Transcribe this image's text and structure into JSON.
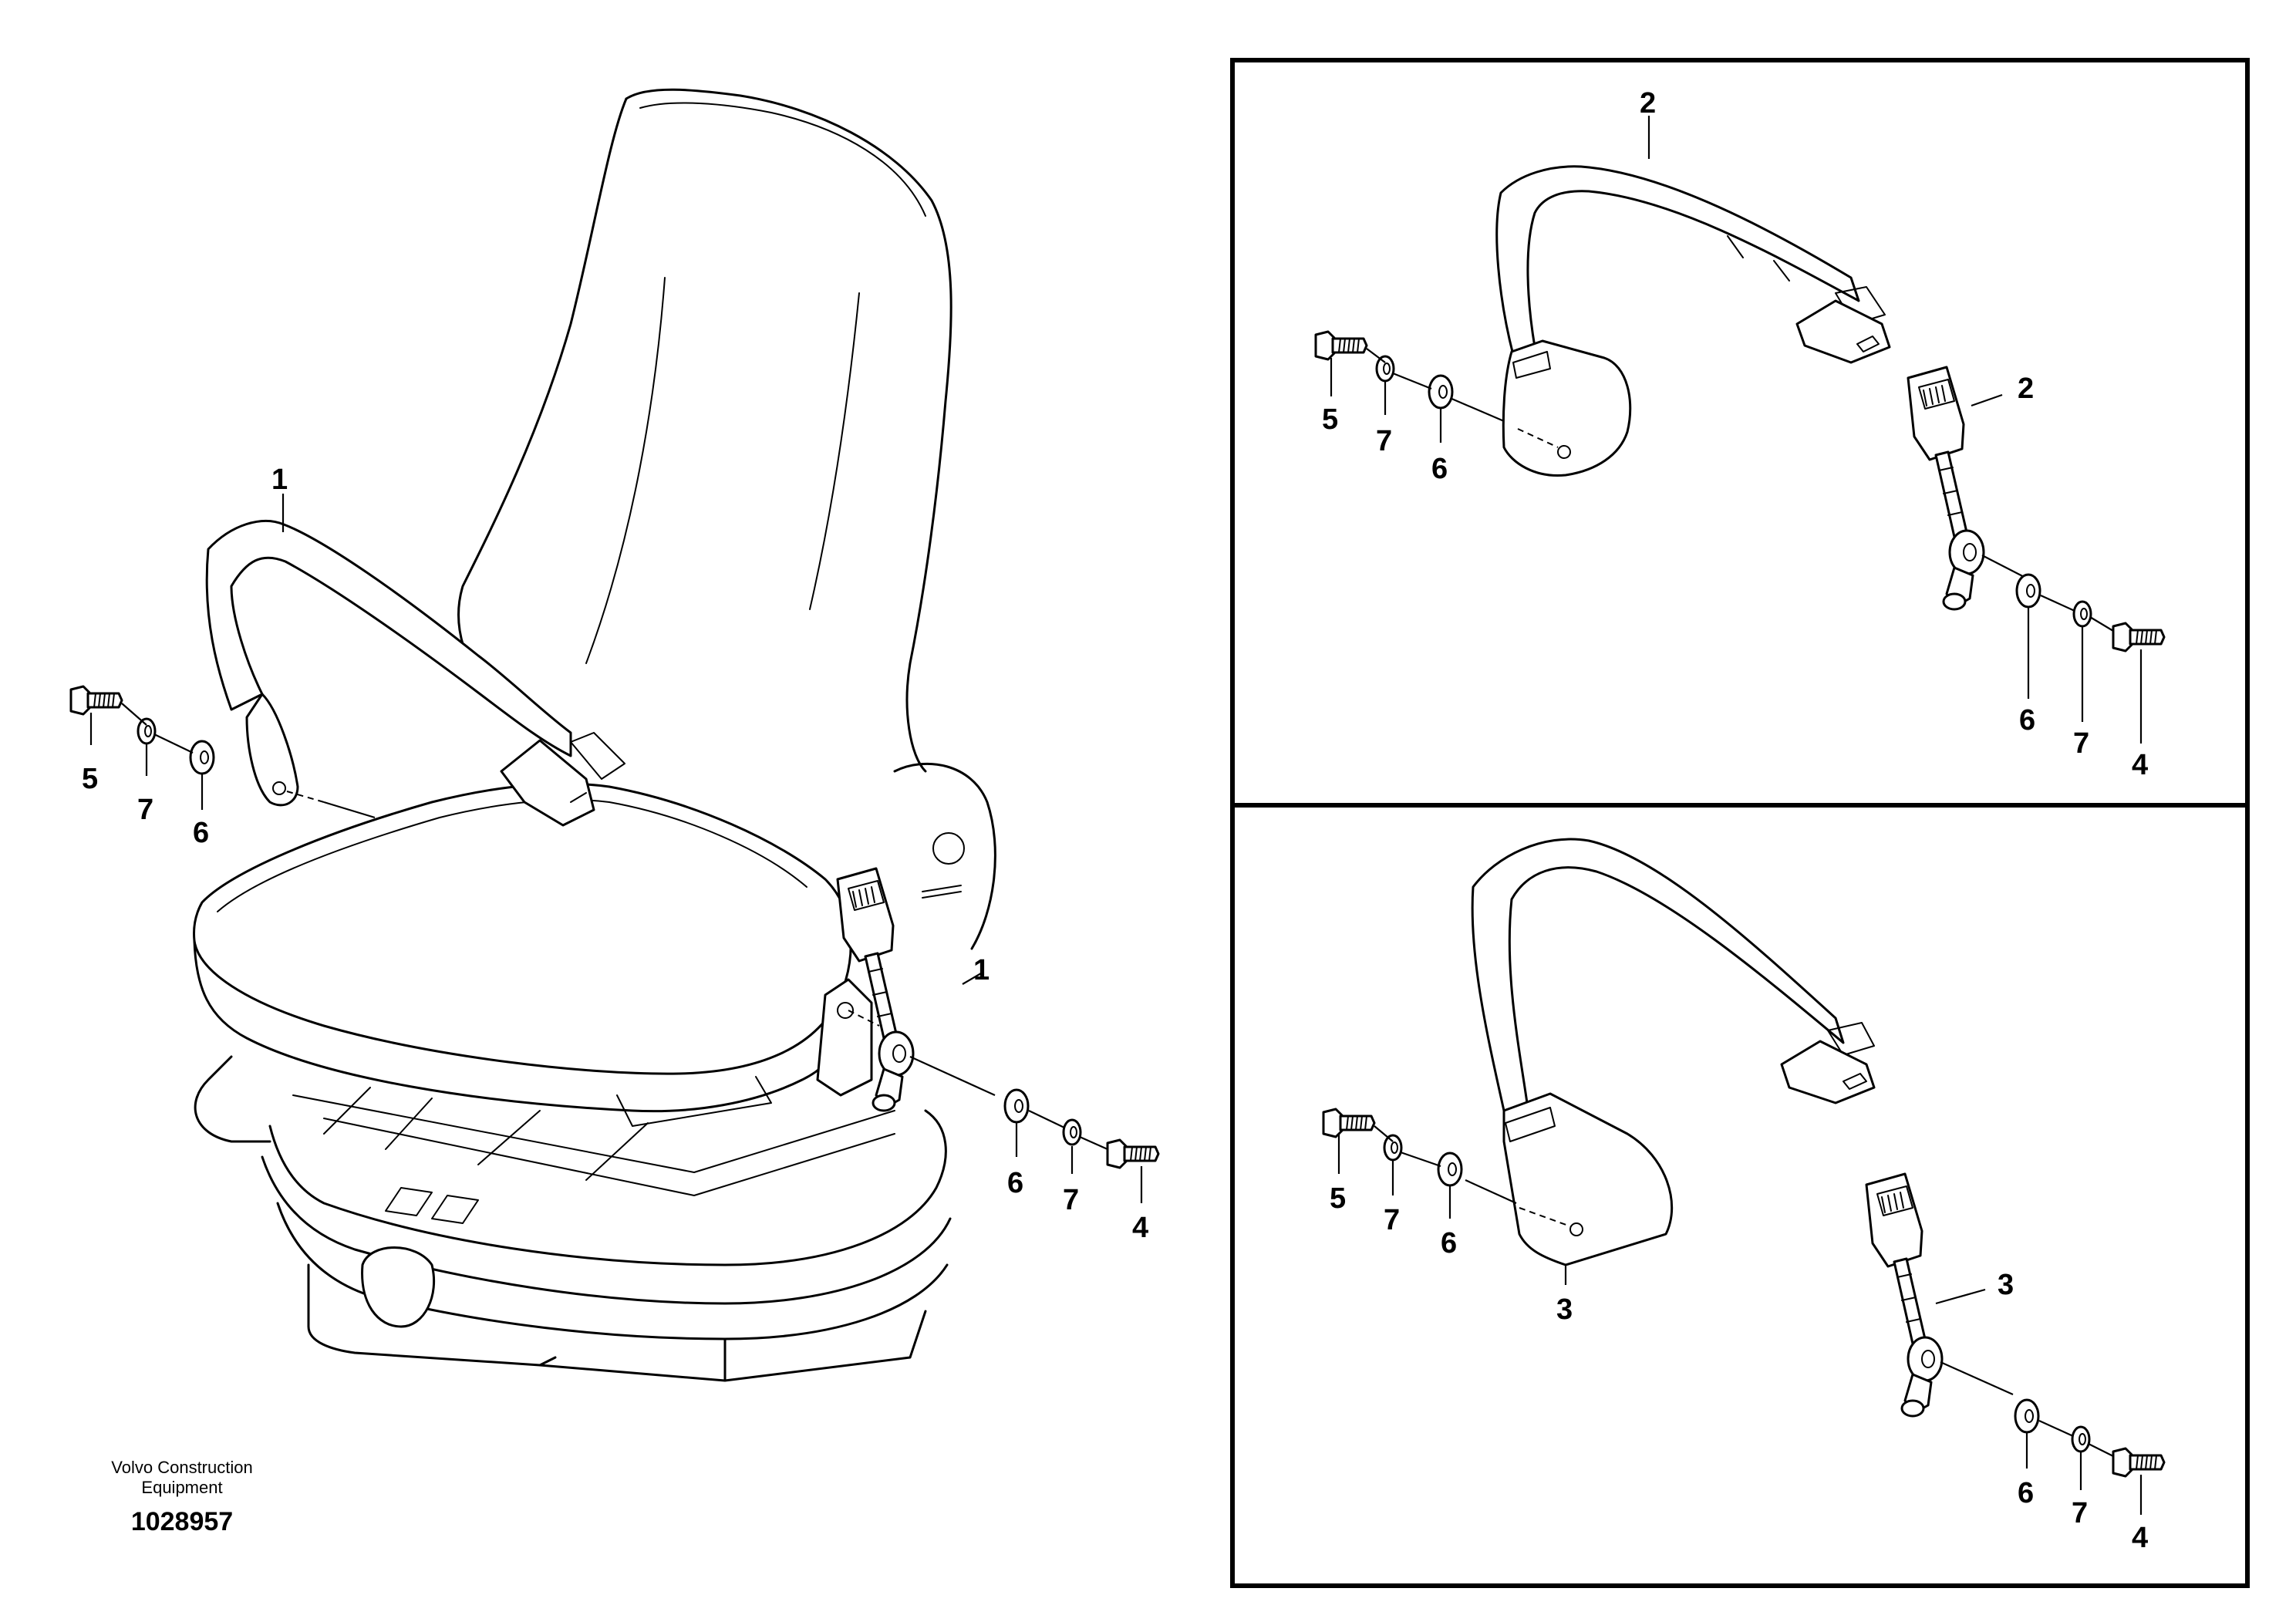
{
  "credit": {
    "line1": "Volvo Construction",
    "line2": "Equipment",
    "number": "1028957"
  },
  "main_view": {
    "labels": {
      "belt_top": "1",
      "bolt": "5",
      "lock_washer": "7",
      "washer": "6",
      "buckle": "1",
      "buckle_washer": "6",
      "buckle_lock_washer": "7",
      "buckle_bolt": "4"
    }
  },
  "detail_top": {
    "labels": {
      "belt": "2",
      "bolt": "5",
      "lock_washer": "7",
      "washer": "6",
      "buckle": "2",
      "buckle_washer": "6",
      "buckle_lock_washer": "7",
      "buckle_bolt": "4"
    }
  },
  "detail_bottom": {
    "labels": {
      "belt": "3",
      "bolt": "5",
      "lock_washer": "7",
      "washer": "6",
      "buckle": "3",
      "buckle_washer": "6",
      "buckle_lock_washer": "7",
      "buckle_bolt": "4"
    }
  }
}
